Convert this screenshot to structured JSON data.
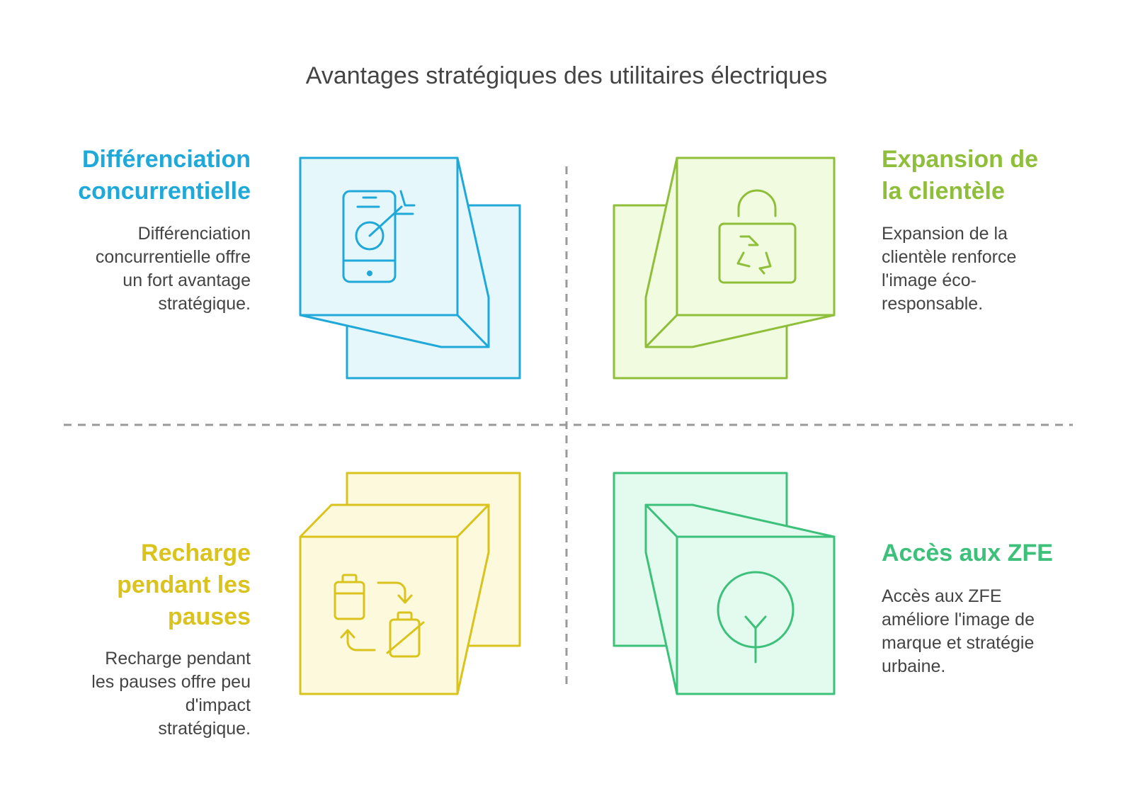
{
  "title": "Avantages stratégiques des utilitaires électriques",
  "colors": {
    "blue": "#1fa8d8",
    "blue_fill": "#e6f7fc",
    "lime": "#8fbf3a",
    "lime_fill": "#f1fbdf",
    "yellow": "#d9c31c",
    "yellow_fill": "#fdf9dc",
    "green": "#3cc07a",
    "green_fill": "#e3fbee",
    "divider": "#999999"
  },
  "quadrants": {
    "top_left": {
      "heading": [
        "Différenciation",
        "concurrentielle"
      ],
      "description": [
        "Différenciation",
        "concurrentielle offre",
        "un fort avantage",
        "stratégique."
      ],
      "icon": "phone-target-icon"
    },
    "top_right": {
      "heading": [
        "Expansion de",
        "la clientèle"
      ],
      "description": [
        "Expansion de la",
        "clientèle renforce",
        "l'image éco-",
        "responsable."
      ],
      "icon": "recycle-bag-icon"
    },
    "bottom_left": {
      "heading": [
        "Recharge",
        "pendant les",
        "pauses"
      ],
      "description": [
        "Recharge pendant",
        "les pauses offre peu",
        "d'impact",
        "stratégique."
      ],
      "icon": "battery-cycle-icon"
    },
    "bottom_right": {
      "heading": [
        "Accès aux ZFE"
      ],
      "description": [
        "Accès aux ZFE",
        "améliore l'image de",
        "marque et stratégie",
        "urbaine."
      ],
      "icon": "tree-icon"
    }
  }
}
